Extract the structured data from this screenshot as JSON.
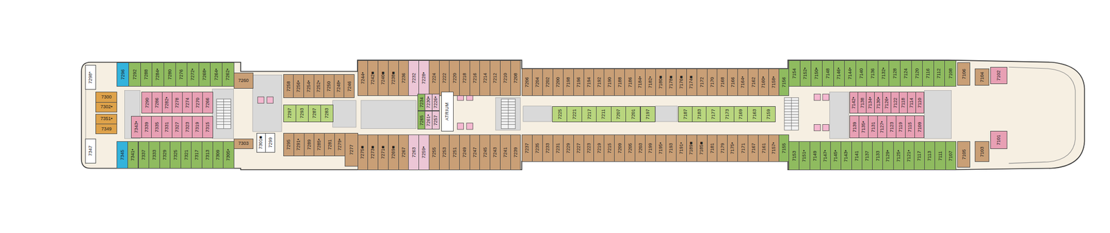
{
  "diagram": {
    "nodes": [
      {
        "text": [
          "7298*"
        ]
      },
      {
        "text": [
          "7300"
        ]
      },
      {
        "text": [
          "7302•"
        ]
      },
      {
        "text": [
          "7351•"
        ]
      },
      {
        "text": [
          "7349"
        ]
      },
      {
        "text": [
          "7347"
        ]
      },
      {
        "text": [
          "7296"
        ]
      },
      {
        "text": [
          "7292"
        ]
      },
      {
        "text": [
          "7288"
        ]
      },
      {
        "text": [
          "7284•"
        ]
      },
      {
        "text": [
          "7280"
        ]
      },
      {
        "text": [
          "7276"
        ]
      },
      {
        "text": [
          "7272•"
        ]
      },
      {
        "text": [
          "7268•"
        ]
      },
      {
        "text": [
          "7264•"
        ]
      },
      {
        "text": [
          "7262•"
        ]
      },
      {
        "text": [
          "7260"
        ]
      },
      {
        "text": [
          "7290"
        ]
      },
      {
        "text": [
          "7286"
        ]
      },
      {
        "text": [
          "7282•"
        ]
      },
      {
        "text": [
          "7278"
        ]
      },
      {
        "text": [
          "7274"
        ]
      },
      {
        "text": [
          "7270"
        ]
      },
      {
        "text": [
          "7266"
        ]
      },
      {
        "text": [
          "7343•"
        ]
      },
      {
        "text": [
          "7339"
        ]
      },
      {
        "text": [
          "7335"
        ]
      },
      {
        "text": [
          "7331"
        ]
      },
      {
        "text": [
          "7327"
        ]
      },
      {
        "text": [
          "7323"
        ]
      },
      {
        "text": [
          "7319"
        ]
      },
      {
        "text": [
          "7315"
        ]
      },
      {
        "text": [
          "7345"
        ]
      },
      {
        "text": [
          "7341•"
        ]
      },
      {
        "text": [
          "7337"
        ]
      },
      {
        "text": [
          "7333"
        ]
      },
      {
        "text": [
          "7329"
        ]
      },
      {
        "text": [
          "7325"
        ]
      },
      {
        "text": [
          "7321"
        ]
      },
      {
        "text": [
          "7317"
        ]
      },
      {
        "text": [
          "7313"
        ]
      },
      {
        "text": [
          "7309"
        ]
      },
      {
        "text": [
          "7305•"
        ]
      },
      {
        "text": [
          "7303"
        ]
      },
      {
        "text": [
          "7301■"
        ]
      },
      {
        "text": [
          "7299"
        ]
      },
      {
        "text": [
          "7258"
        ]
      },
      {
        "text": [
          "7256•"
        ]
      },
      {
        "text": [
          "7254•"
        ]
      },
      {
        "text": [
          "7252•"
        ]
      },
      {
        "text": [
          "7250"
        ]
      },
      {
        "text": [
          "7248•"
        ]
      },
      {
        "text": [
          "7246"
        ]
      },
      {
        "text": [
          "7297"
        ]
      },
      {
        "text": [
          "7293"
        ]
      },
      {
        "text": [
          "7287"
        ]
      },
      {
        "text": [
          "7283"
        ]
      },
      {
        "text": [
          "7295"
        ]
      },
      {
        "text": [
          "7291•"
        ]
      },
      {
        "text": [
          "7289"
        ]
      },
      {
        "text": [
          "7285•"
        ]
      },
      {
        "text": [
          "7281"
        ]
      },
      {
        "text": [
          "7279•"
        ]
      },
      {
        "text": [
          "7277"
        ]
      },
      {
        "text": [
          "7244•"
        ]
      },
      {
        "text": [
          "7242■"
        ]
      },
      {
        "text": [
          "7240■"
        ]
      },
      {
        "text": [
          "7238■"
        ]
      },
      {
        "text": [
          "7236"
        ]
      },
      {
        "text": [
          "7232"
        ]
      },
      {
        "text": [
          "7228•"
        ]
      },
      {
        "text": [
          "7224"
        ]
      },
      {
        "text": [
          "7222"
        ]
      },
      {
        "text": [
          "7220"
        ]
      },
      {
        "text": [
          "7218"
        ]
      },
      {
        "text": [
          "7216"
        ]
      },
      {
        "text": [
          "7214"
        ]
      },
      {
        "text": [
          "7212"
        ]
      },
      {
        "text": [
          "7210"
        ]
      },
      {
        "text": [
          "7208"
        ]
      },
      {
        "text": [
          "7234"
        ]
      },
      {
        "text": [
          "7230•"
        ]
      },
      {
        "text": [
          "7226•"
        ]
      },
      {
        "text": [
          "7265"
        ]
      },
      {
        "text": [
          "7261•"
        ]
      },
      {
        "text": [
          "7257"
        ]
      },
      {
        "text": [
          "ATRIUM"
        ]
      },
      {
        "text": [
          "7275■"
        ]
      },
      {
        "text": [
          "7273■"
        ]
      },
      {
        "text": [
          "7271■"
        ]
      },
      {
        "text": [
          "7269■"
        ]
      },
      {
        "text": [
          "7267"
        ]
      },
      {
        "text": [
          "7263"
        ]
      },
      {
        "text": [
          "7259•"
        ]
      },
      {
        "text": [
          "7255"
        ]
      },
      {
        "text": [
          "7253"
        ]
      },
      {
        "text": [
          "7251"
        ]
      },
      {
        "text": [
          "7249"
        ]
      },
      {
        "text": [
          "7247"
        ]
      },
      {
        "text": [
          "7245"
        ]
      },
      {
        "text": [
          "7243"
        ]
      },
      {
        "text": [
          "7241"
        ]
      },
      {
        "text": [
          "7239"
        ]
      },
      {
        "text": [
          "7206"
        ]
      },
      {
        "text": [
          "7204"
        ]
      },
      {
        "text": [
          "7202"
        ]
      },
      {
        "text": [
          "7200"
        ]
      },
      {
        "text": [
          "7198"
        ]
      },
      {
        "text": [
          "7196"
        ]
      },
      {
        "text": [
          "7194"
        ]
      },
      {
        "text": [
          "7192"
        ]
      },
      {
        "text": [
          "7190"
        ]
      },
      {
        "text": [
          "7188"
        ]
      },
      {
        "text": [
          "7186"
        ]
      },
      {
        "text": [
          "7184•"
        ]
      },
      {
        "text": [
          "7182•"
        ]
      },
      {
        "text": [
          "7180■"
        ]
      },
      {
        "text": [
          "7178■"
        ]
      },
      {
        "text": [
          "7176■"
        ]
      },
      {
        "text": [
          "7174■"
        ]
      },
      {
        "text": [
          "7172"
        ]
      },
      {
        "text": [
          "7170"
        ]
      },
      {
        "text": [
          "7168"
        ]
      },
      {
        "text": [
          "7166"
        ]
      },
      {
        "text": [
          "7164•"
        ]
      },
      {
        "text": [
          "7162"
        ]
      },
      {
        "text": [
          "7160•"
        ]
      },
      {
        "text": [
          "7158•"
        ]
      },
      {
        "text": [
          "7225"
        ]
      },
      {
        "text": [
          "7221"
        ]
      },
      {
        "text": [
          "7217"
        ]
      },
      {
        "text": [
          "7211"
        ]
      },
      {
        "text": [
          "7207"
        ]
      },
      {
        "text": [
          "7201"
        ]
      },
      {
        "text": [
          "7197"
        ]
      },
      {
        "text": [
          "7187"
        ]
      },
      {
        "text": [
          "7183"
        ]
      },
      {
        "text": [
          "7177"
        ]
      },
      {
        "text": [
          "7173"
        ]
      },
      {
        "text": [
          "7169"
        ]
      },
      {
        "text": [
          "7163"
        ]
      },
      {
        "text": [
          "7159"
        ]
      },
      {
        "text": [
          "7237"
        ]
      },
      {
        "text": [
          "7235"
        ]
      },
      {
        "text": [
          "7233"
        ]
      },
      {
        "text": [
          "7231"
        ]
      },
      {
        "text": [
          "7229"
        ]
      },
      {
        "text": [
          "7227"
        ]
      },
      {
        "text": [
          "7223"
        ]
      },
      {
        "text": [
          "7219"
        ]
      },
      {
        "text": [
          "7215"
        ]
      },
      {
        "text": [
          "7209"
        ]
      },
      {
        "text": [
          "7205"
        ]
      },
      {
        "text": [
          "7203"
        ]
      },
      {
        "text": [
          "7199"
        ]
      },
      {
        "text": [
          "7195•"
        ]
      },
      {
        "text": [
          "7193"
        ]
      },
      {
        "text": [
          "7191•"
        ]
      },
      {
        "text": [
          "7189■"
        ]
      },
      {
        "text": [
          "7185■"
        ]
      },
      {
        "text": [
          "7181"
        ]
      },
      {
        "text": [
          "7179"
        ]
      },
      {
        "text": [
          "7175•"
        ]
      },
      {
        "text": [
          "7171"
        ]
      },
      {
        "text": [
          "7167"
        ]
      },
      {
        "text": [
          "7161"
        ]
      },
      {
        "text": [
          "7157•"
        ]
      },
      {
        "text": [
          "7156"
        ]
      },
      {
        "text": [
          "7154"
        ]
      },
      {
        "text": [
          "7152•"
        ]
      },
      {
        "text": [
          "7150•"
        ]
      },
      {
        "text": [
          "7148"
        ]
      },
      {
        "text": [
          "7146•"
        ]
      },
      {
        "text": [
          "7144•"
        ]
      },
      {
        "text": [
          "7140"
        ]
      },
      {
        "text": [
          "7136"
        ]
      },
      {
        "text": [
          "7132•"
        ]
      },
      {
        "text": [
          "7128"
        ]
      },
      {
        "text": [
          "7124"
        ]
      },
      {
        "text": [
          "7120"
        ]
      },
      {
        "text": [
          "7116"
        ]
      },
      {
        "text": [
          "7112"
        ]
      },
      {
        "text": [
          "7108"
        ]
      },
      {
        "text": [
          "7106"
        ]
      },
      {
        "text": [
          "7104"
        ]
      },
      {
        "text": [
          "7102"
        ]
      },
      {
        "text": [
          "7142•"
        ]
      },
      {
        "text": [
          "7138"
        ]
      },
      {
        "text": [
          "7134•"
        ]
      },
      {
        "text": [
          "7130•"
        ]
      },
      {
        "text": [
          "7126•"
        ]
      },
      {
        "text": [
          "7122"
        ]
      },
      {
        "text": [
          "7118"
        ]
      },
      {
        "text": [
          "7114"
        ]
      },
      {
        "text": [
          "7110"
        ]
      },
      {
        "text": [
          "7139"
        ]
      },
      {
        "text": [
          "7135•"
        ]
      },
      {
        "text": [
          "7131"
        ]
      },
      {
        "text": [
          "7127•"
        ]
      },
      {
        "text": [
          "7123"
        ]
      },
      {
        "text": [
          "7119"
        ]
      },
      {
        "text": [
          "7115"
        ]
      },
      {
        "text": [
          "7109"
        ]
      },
      {
        "text": [
          "7155"
        ]
      },
      {
        "text": [
          "7153"
        ]
      },
      {
        "text": [
          "7151•"
        ]
      },
      {
        "text": [
          "7149"
        ]
      },
      {
        "text": [
          "7147•"
        ]
      },
      {
        "text": [
          "7145•"
        ]
      },
      {
        "text": [
          "7143•"
        ]
      },
      {
        "text": [
          "7141"
        ]
      },
      {
        "text": [
          "7137"
        ]
      },
      {
        "text": [
          "7133"
        ]
      },
      {
        "text": [
          "7129•"
        ]
      },
      {
        "text": [
          "7125•"
        ]
      },
      {
        "text": [
          "7121•"
        ]
      },
      {
        "text": [
          "7117"
        ]
      },
      {
        "text": [
          "7113"
        ]
      },
      {
        "text": [
          "7111"
        ]
      },
      {
        "text": [
          "7107"
        ]
      },
      {
        "text": [
          "7105"
        ]
      },
      {
        "text": [
          "7103"
        ]
      },
      {
        "text": [
          "7101"
        ]
      }
    ]
  }
}
